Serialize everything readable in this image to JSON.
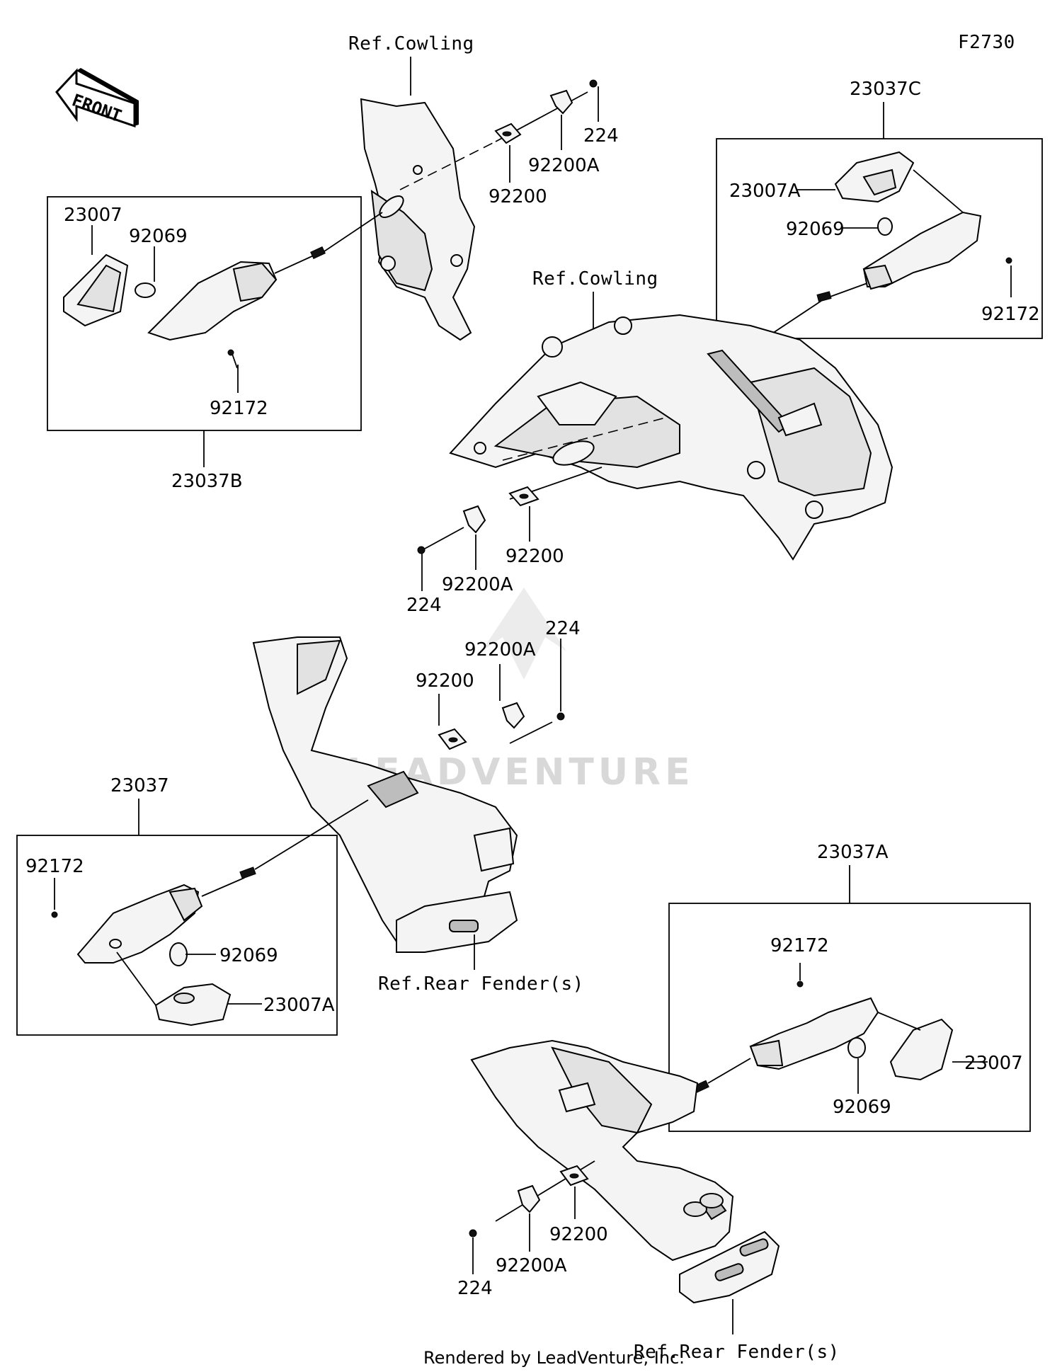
{
  "diagram_code": "F2730",
  "front_arrow_text": "FRONT",
  "labels": {
    "ref_cowling_top": "Ref.Cowling",
    "ref_cowling_mid": "Ref.Cowling",
    "ref_rear_fender_left": "Ref.Rear Fender(s)",
    "ref_rear_fender_bottom": "Ref.Rear Fender(s)",
    "group_23037b": "23037B",
    "group_23037c": "23037C",
    "group_23037": "23037",
    "group_23037a": "23037A",
    "fl_lens": "23007",
    "fl_bulb": "92069",
    "fl_screw": "92172",
    "fr_lens": "23007A",
    "fr_bulb": "92069",
    "fr_screw": "92172",
    "rl_screw": "92172",
    "rl_bulb": "92069",
    "rl_lens": "23007A",
    "rr_screw": "92172",
    "rr_lens": "23007",
    "rr_bulb": "92069",
    "top_pad": "92200",
    "top_bracket": "92200A",
    "top_bolt": "224",
    "mid_pad": "92200",
    "mid_bracket": "92200A",
    "mid_bolt": "224",
    "center_pad": "92200",
    "center_bracket": "92200A",
    "center_bolt": "224",
    "bottom_pad": "92200",
    "bottom_bracket": "92200A",
    "bottom_bolt": "224"
  },
  "watermark": "LEADVENTURE",
  "footer": "Rendered by LeadVenture, Inc."
}
